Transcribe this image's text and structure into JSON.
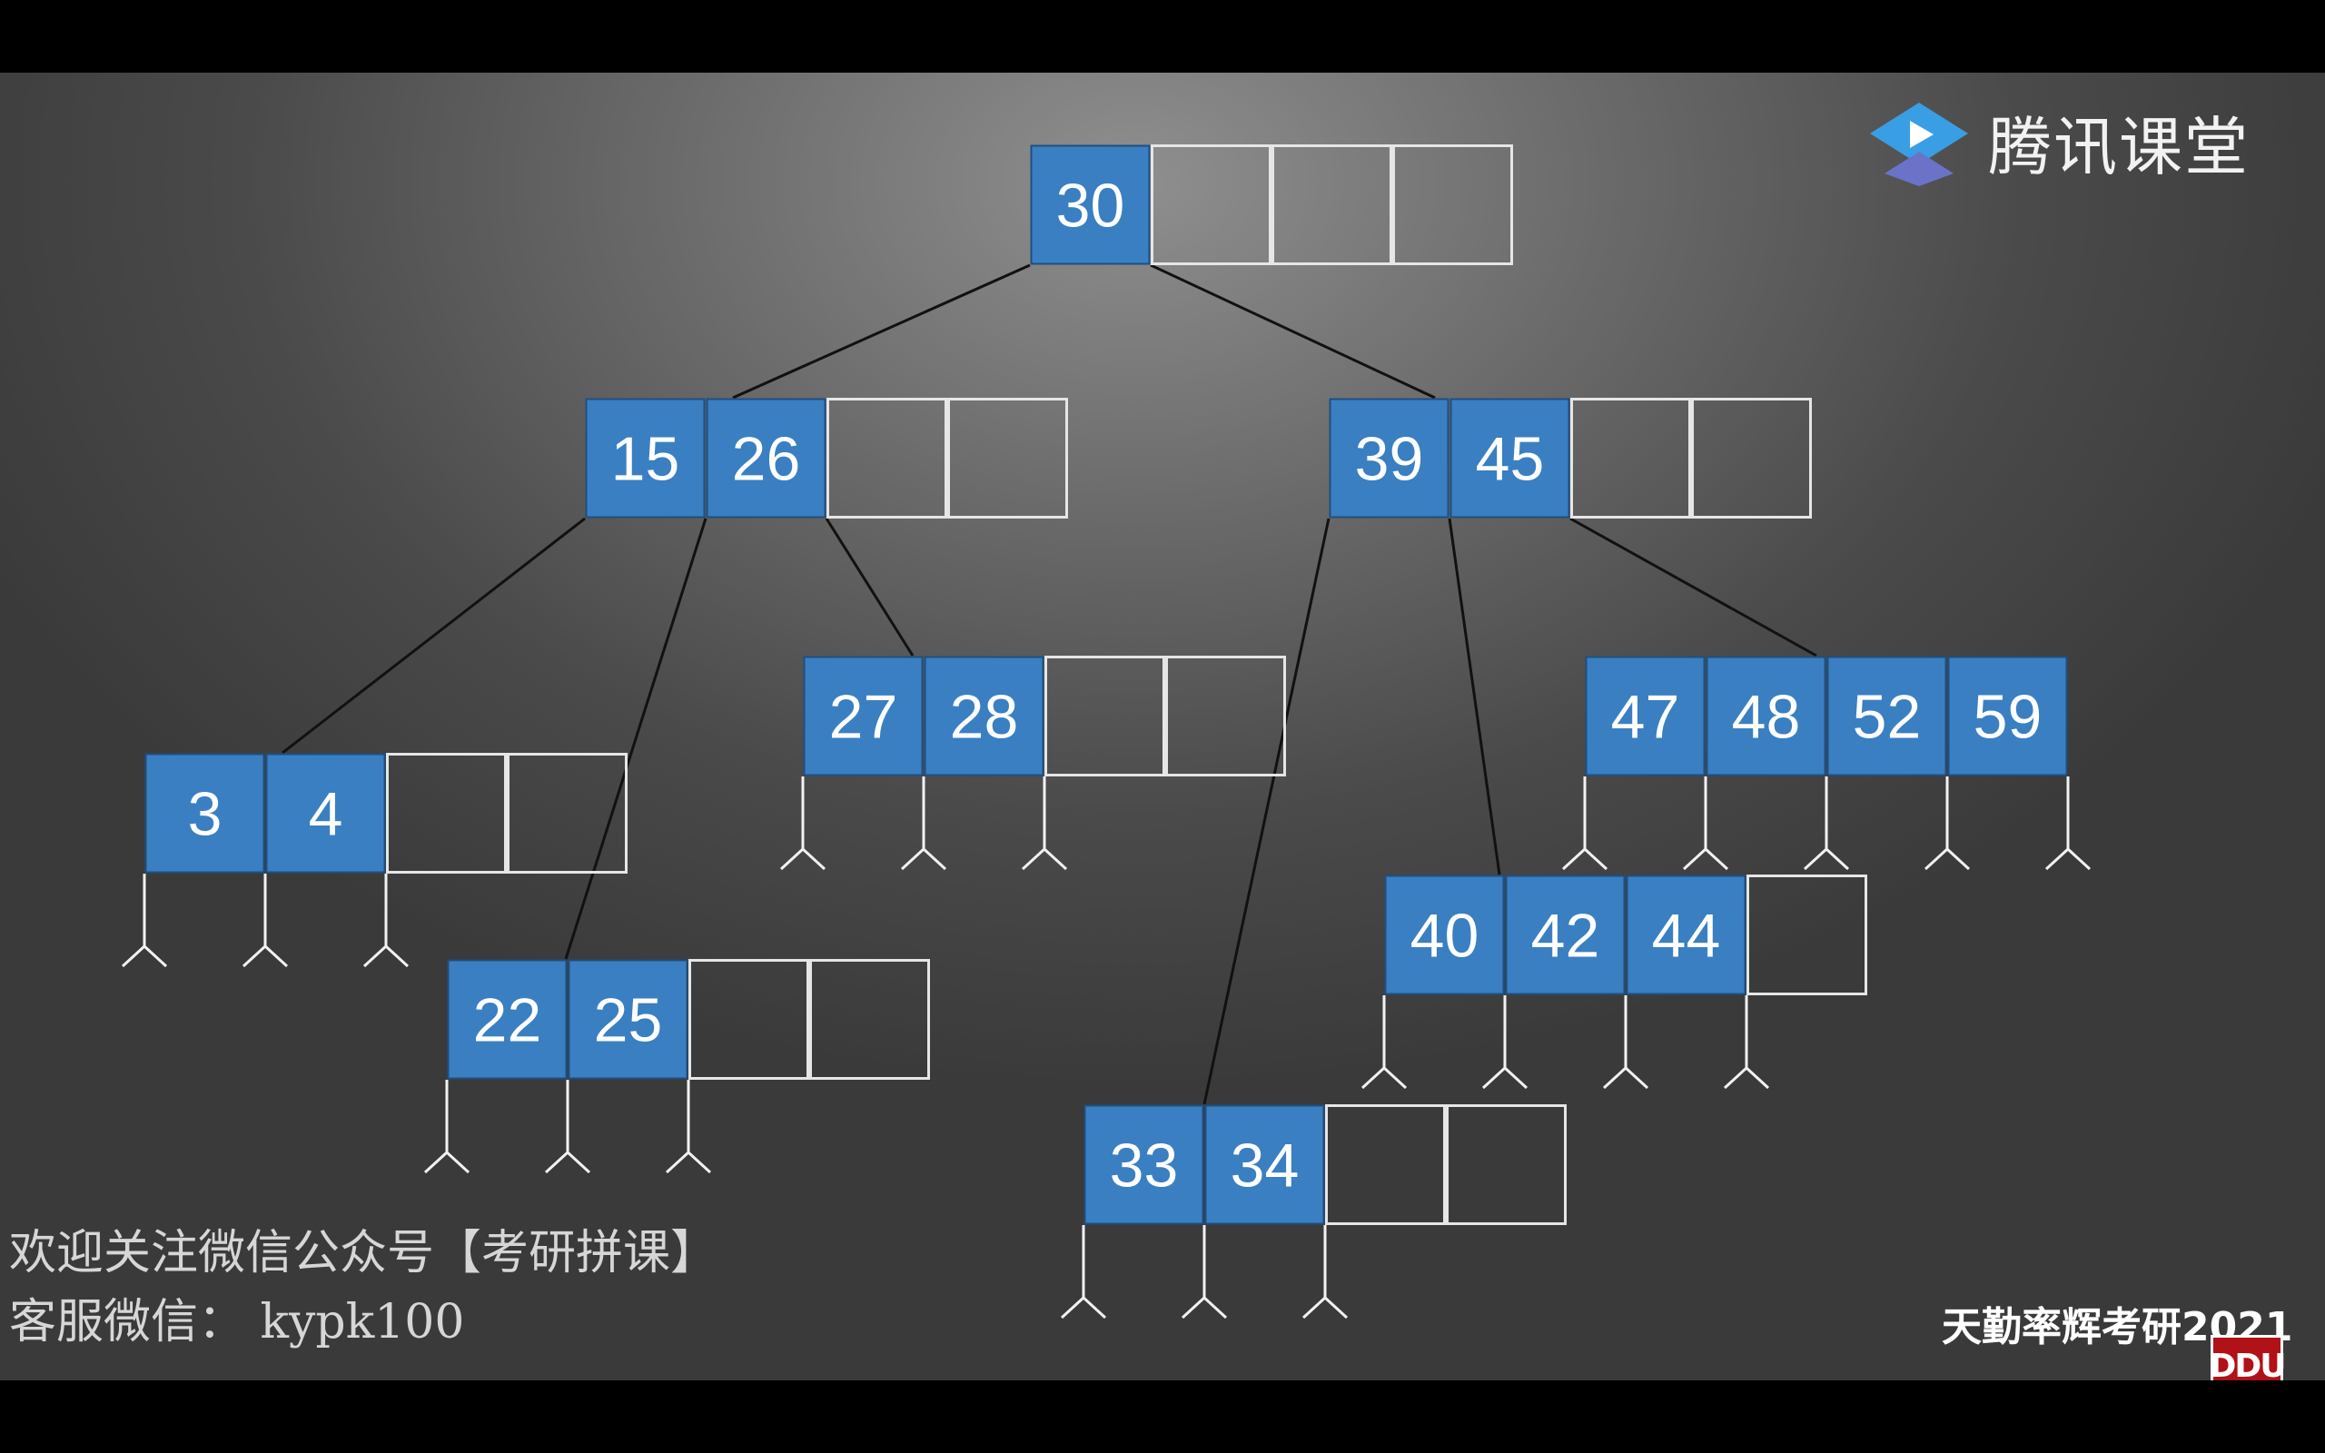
{
  "brand": {
    "name": "腾讯课堂",
    "icon": "play-logo-icon",
    "accent": "#2f8fd6"
  },
  "watermark": {
    "line1": "欢迎关注微信公众号【考研拼课】",
    "line2": "客服微信： kypk100"
  },
  "course_tag": "天勤率辉考研2021",
  "corner_logo": "DDU",
  "colors": {
    "key_fill": "#3a7fc1",
    "empty_border": "#e6e6e6",
    "edge": "#111111"
  },
  "tree": {
    "nodes": [
      {
        "id": "n30",
        "keys": [
          "30"
        ],
        "slots": 4
      },
      {
        "id": "n15-26",
        "keys": [
          "15",
          "26"
        ],
        "slots": 4
      },
      {
        "id": "n39-45",
        "keys": [
          "39",
          "45"
        ],
        "slots": 4
      },
      {
        "id": "n3-4",
        "keys": [
          "3",
          "4"
        ],
        "slots": 4
      },
      {
        "id": "n22-25",
        "keys": [
          "22",
          "25"
        ],
        "slots": 4
      },
      {
        "id": "n27-28",
        "keys": [
          "27",
          "28"
        ],
        "slots": 4
      },
      {
        "id": "n33-34",
        "keys": [
          "33",
          "34"
        ],
        "slots": 4
      },
      {
        "id": "n40-42-44",
        "keys": [
          "40",
          "42",
          "44"
        ],
        "slots": 4
      },
      {
        "id": "n47-48-52-59",
        "keys": [
          "47",
          "48",
          "52",
          "59"
        ],
        "slots": 4
      }
    ],
    "edges": [
      {
        "from": "n30",
        "to": "n15-26"
      },
      {
        "from": "n30",
        "to": "n39-45"
      },
      {
        "from": "n15-26",
        "to": "n3-4"
      },
      {
        "from": "n15-26",
        "to": "n22-25"
      },
      {
        "from": "n15-26",
        "to": "n27-28"
      },
      {
        "from": "n39-45",
        "to": "n33-34"
      },
      {
        "from": "n39-45",
        "to": "n40-42-44"
      },
      {
        "from": "n39-45",
        "to": "n47-48-52-59"
      }
    ],
    "leaves": [
      "n3-4",
      "n22-25",
      "n27-28",
      "n33-34",
      "n40-42-44",
      "n47-48-52-59"
    ]
  }
}
